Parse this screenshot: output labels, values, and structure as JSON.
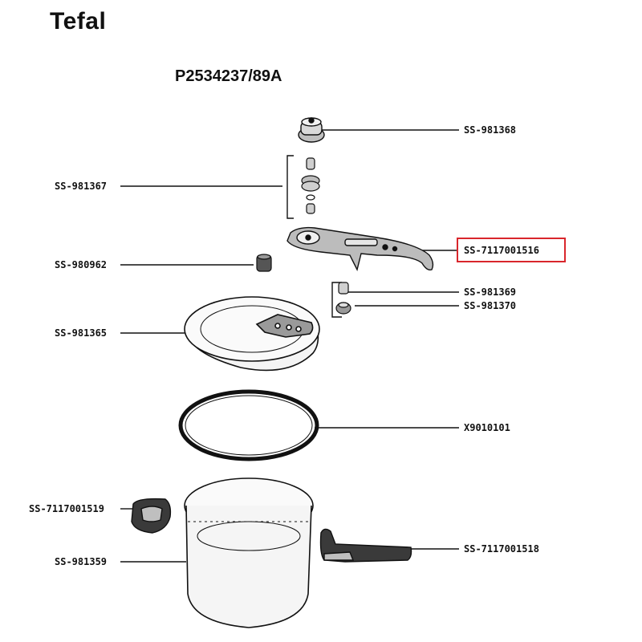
{
  "brand": "Tefal",
  "model_code": "P2534237/89A",
  "parts": {
    "valve_top": "SS-981368",
    "valve_assembly": "SS-981367",
    "lid_handle": "SS-7117001516",
    "small_part_left": "SS-980962",
    "indicator_top": "SS-981369",
    "indicator_seal": "SS-981370",
    "lid": "SS-981365",
    "gasket": "X9010101",
    "side_handle": "SS-7117001519",
    "pot": "SS-981359",
    "long_handle": "SS-7117001518"
  },
  "highlighted_part": "SS-7117001516",
  "colors": {
    "highlight": "#d9262c",
    "line": "#111111",
    "part_fill": "#bfbfbf"
  }
}
